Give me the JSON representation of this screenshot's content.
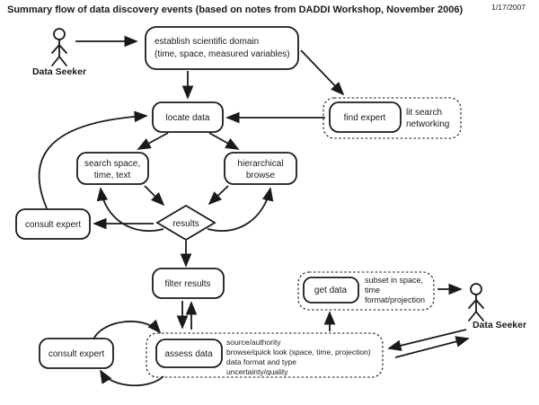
{
  "header": {
    "title": "Summary flow of data discovery events (based on notes from DADDI Workshop, November 2006)",
    "date": "1/17/2007"
  },
  "actors": {
    "top_left": {
      "label": "Data Seeker"
    },
    "bottom_right": {
      "label": "Data Seeker"
    }
  },
  "nodes": {
    "establish_domain": {
      "line1": "establish scientific domain",
      "line2": "(time, space, measured variables)"
    },
    "locate_data": {
      "label": "locate data"
    },
    "find_expert": {
      "label": "find expert",
      "note_line1": "lit search",
      "note_line2": "networking"
    },
    "search_space": {
      "line1": "search space,",
      "line2": "time, text"
    },
    "hierarchical_browse": {
      "line1": "hierarchical",
      "line2": "browse"
    },
    "results": {
      "label": "results"
    },
    "consult_expert_upper": {
      "label": "consult expert"
    },
    "filter_results": {
      "label": "filter results"
    },
    "get_data": {
      "label": "get data",
      "note_line1": "subset in space,",
      "note_line2": "time",
      "note_line3": "format/projection"
    },
    "consult_expert_lower": {
      "label": "consult expert"
    },
    "assess_data": {
      "label": "assess data",
      "note_line1": "source/authority",
      "note_line2": "browse/quick look (space, time, projection)",
      "note_line3": "data format and type",
      "note_line4": "uncertainty/quality"
    }
  },
  "colors": {
    "ink": "#1a1a1a",
    "background": "#ffffff"
  }
}
